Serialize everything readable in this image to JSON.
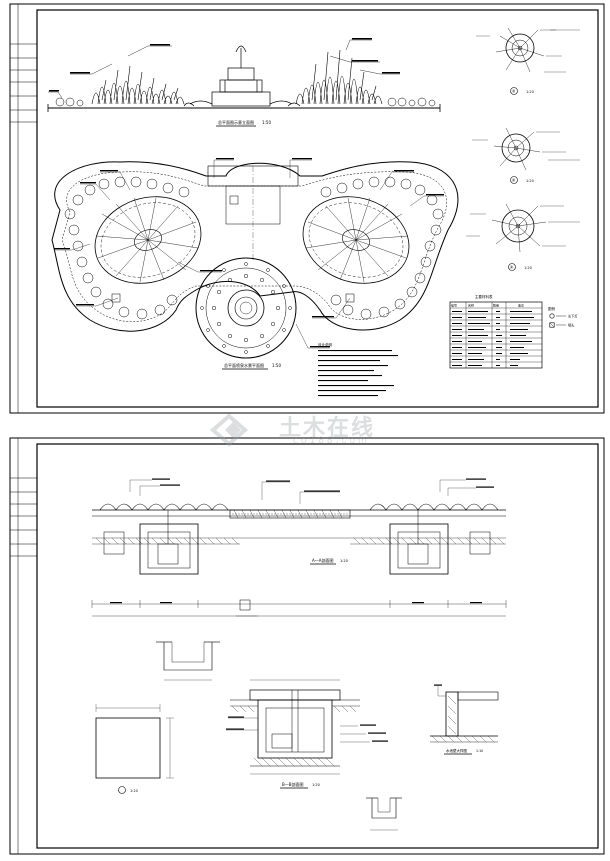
{
  "sheet_top": {
    "elevation_title": "总平面图示意立面图",
    "elevation_scale": "1:50",
    "plan_title": "总平面喷泉水景平面图",
    "plan_scale": "1:50",
    "detail_scales": [
      "1:20",
      "1:20",
      "1:20"
    ],
    "detail_numbers": [
      "③",
      "②",
      "①"
    ],
    "legend_title": "图例",
    "legend_items": [
      "水下灯",
      "喷头"
    ],
    "table_title": "主要材料表",
    "table_headers": [
      "编号",
      "名称",
      "数量",
      "备注"
    ],
    "notes_title": "设计说明"
  },
  "sheet_bottom": {
    "section_a_title": "A—A剖面图",
    "section_a_scale": "1:20",
    "section_b_title": "B—B剖面图",
    "section_b_scale": "1:20",
    "detail_title": "水池壁大样图",
    "detail_scale": "1:10",
    "pit_scale": "1:20"
  },
  "watermark": {
    "text": "土木在线",
    "sub": "co188.com"
  }
}
